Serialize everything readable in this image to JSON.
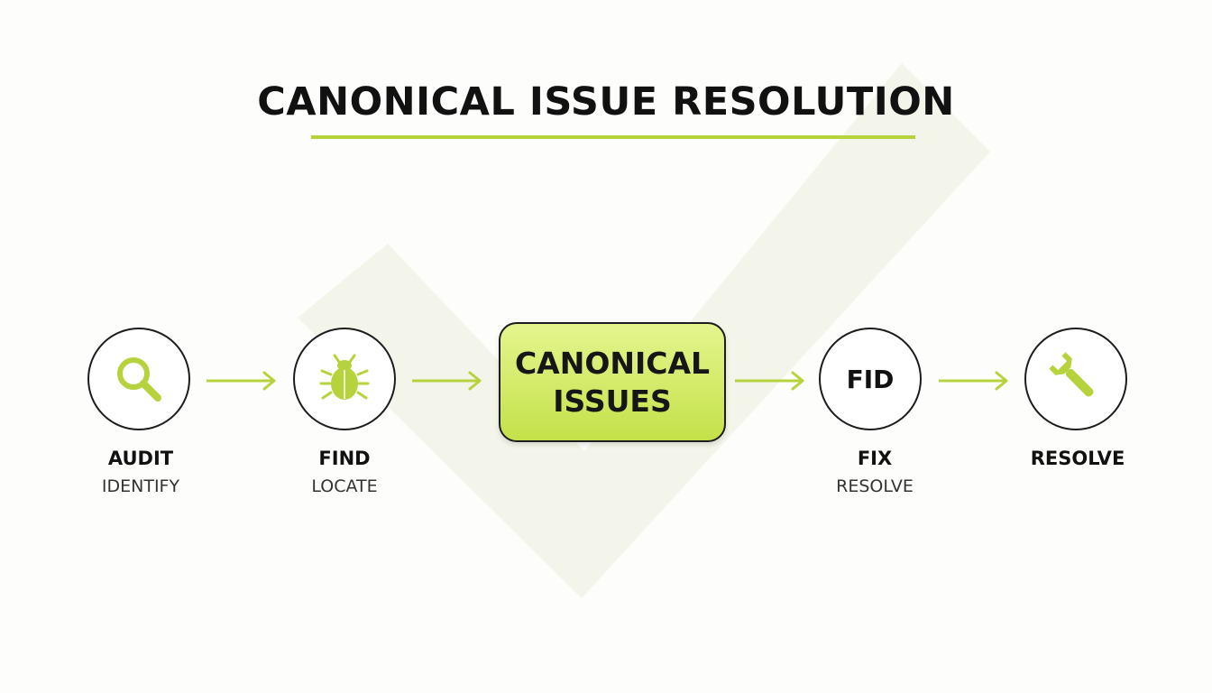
{
  "title": "CANONICAL ISSUE RESOLUTION",
  "colors": {
    "accent": "#b6d33d",
    "center_fill_top": "#e4f58e",
    "center_fill_bottom": "#c4e149",
    "outline": "#1d1d1d",
    "background_check": "#f3f5ea"
  },
  "steps": [
    {
      "icon": "magnifier-icon",
      "label": "AUDIT",
      "sublabel": "IDENTIFY"
    },
    {
      "icon": "bug-icon",
      "label": "FIND",
      "sublabel": "LOCATE"
    },
    {
      "center_lines": [
        "CANONICAL",
        "ISSUES"
      ]
    },
    {
      "circle_text": "FID",
      "label": "FIX",
      "sublabel": "RESOLVE"
    },
    {
      "icon": "wrench-icon",
      "label": "RESOLVE",
      "sublabel": ""
    }
  ]
}
